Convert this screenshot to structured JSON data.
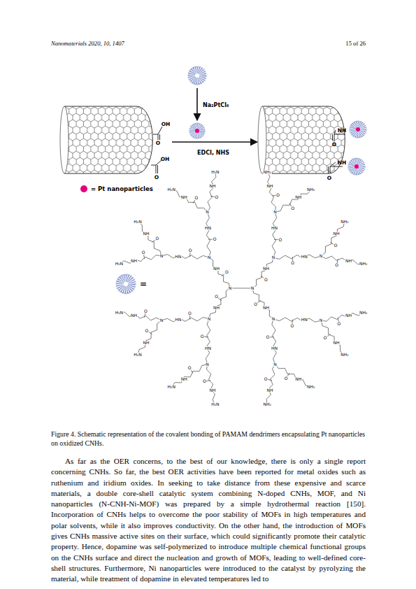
{
  "diagram": {
    "caption": "Figure 4. Schematic representation of the covalent bonding of PAMAM dendrimers encapsulating Pt nanoparticles on oxidized CNHs.",
    "labels": [
      "Nanomaterials 2020, 10, 1407",
      "15 of 26",
      "Na₂PtCl₆",
      "OH",
      "O",
      "OH",
      "O",
      "EDCI, NHS",
      "NH",
      "O",
      "NH",
      "O",
      "=",
      "N",
      "N",
      "O",
      "NH",
      "N",
      "O",
      "HN",
      "N",
      "O",
      "NH",
      "H₂N",
      "O",
      "NH",
      "H₂N",
      "O",
      "HN",
      "N",
      "O",
      "NH",
      "H₂N",
      "O",
      "NH",
      "H₂N",
      "O",
      "NH",
      "N",
      "O",
      "HN",
      "N",
      "O",
      "NH",
      "H₂N",
      "O",
      "NH",
      "H₂N",
      "O",
      "HN",
      "N",
      "O",
      "NH",
      "H₂N",
      "O",
      "NH",
      "H₂N",
      "O",
      "NH",
      "N",
      "O",
      "HN",
      "N",
      "O",
      "NH",
      "NH₂",
      "O",
      "NH",
      "NH₂",
      "O",
      "HN",
      "N",
      "O",
      "NH",
      "NH₂",
      "O",
      "NH",
      "NH₂",
      "O",
      "NH",
      "N",
      "O",
      "HN",
      "N",
      "O",
      "NH",
      "NH₂",
      "O",
      "NH",
      "NH₂",
      "O",
      "HN",
      "N",
      "O",
      "NH",
      "NH₂",
      "O",
      "NH",
      "NH₂",
      "As far as the OER concerns, to the best of our knowledge, there is only a single report concerning CNHs. So far, the best OER activities have been reported for metal oxides such as ruthenium and iridium oxides. In seeking to take distance from these expensive and scarce materials, a double core-shell catalytic system combining N-doped CNHs, MOF, and Ni nanoparticles (N-CNH-Ni-MOF) was prepared by a simple hydrothermal reaction [150]. Incorporation of CNHs helps to overcome the poor stability of MOFs in high temperatures and polar solvents, while it also improves conductivity. On the other hand, the introduction of MOFs gives CNHs massive active sites on their surface, which could significantly promote their catalytic property. Hence, dopamine was self-polymerized to introduce multiple chemical functional groups on the CNHs surface and direct the nucleation and growth of MOFs, leading to well-defined core-shell structures. Furthermore, Ni nanoparticles were introduced to the catalyst by pyrolyzing the material, while treatment of dopamine in elevated temperatures led to"
    ],
    "legend": [
      {
        "text": "= Pt nanoparticles",
        "color": "#e6007e"
      }
    ]
  }
}
